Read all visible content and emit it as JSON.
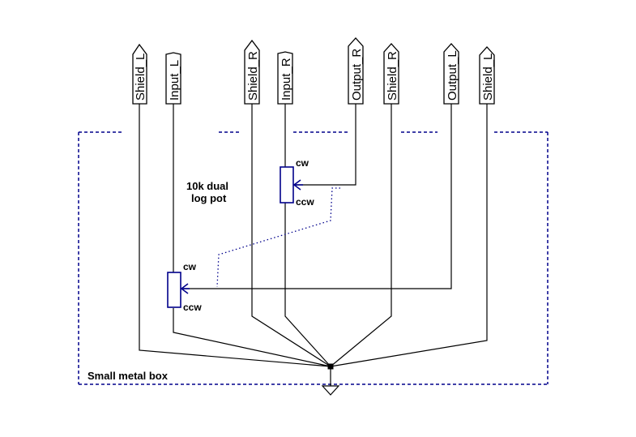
{
  "connectors": [
    {
      "label": "Shield_L"
    },
    {
      "label": "Input_L"
    },
    {
      "label": "Shield_R"
    },
    {
      "label": "Input_R"
    },
    {
      "label": "Output_R"
    },
    {
      "label": "Shield_R"
    },
    {
      "label": "Output_L"
    },
    {
      "label": "Shield_L"
    }
  ],
  "pots": {
    "right": {
      "cw": "cw",
      "ccw": "ccw"
    },
    "left": {
      "cw": "cw",
      "ccw": "ccw"
    }
  },
  "pot_note": {
    "line1": "10k dual",
    "line2": "log pot"
  },
  "enclosure_label": "Small metal box",
  "colors": {
    "component": "#00008b",
    "wire": "#000000"
  }
}
